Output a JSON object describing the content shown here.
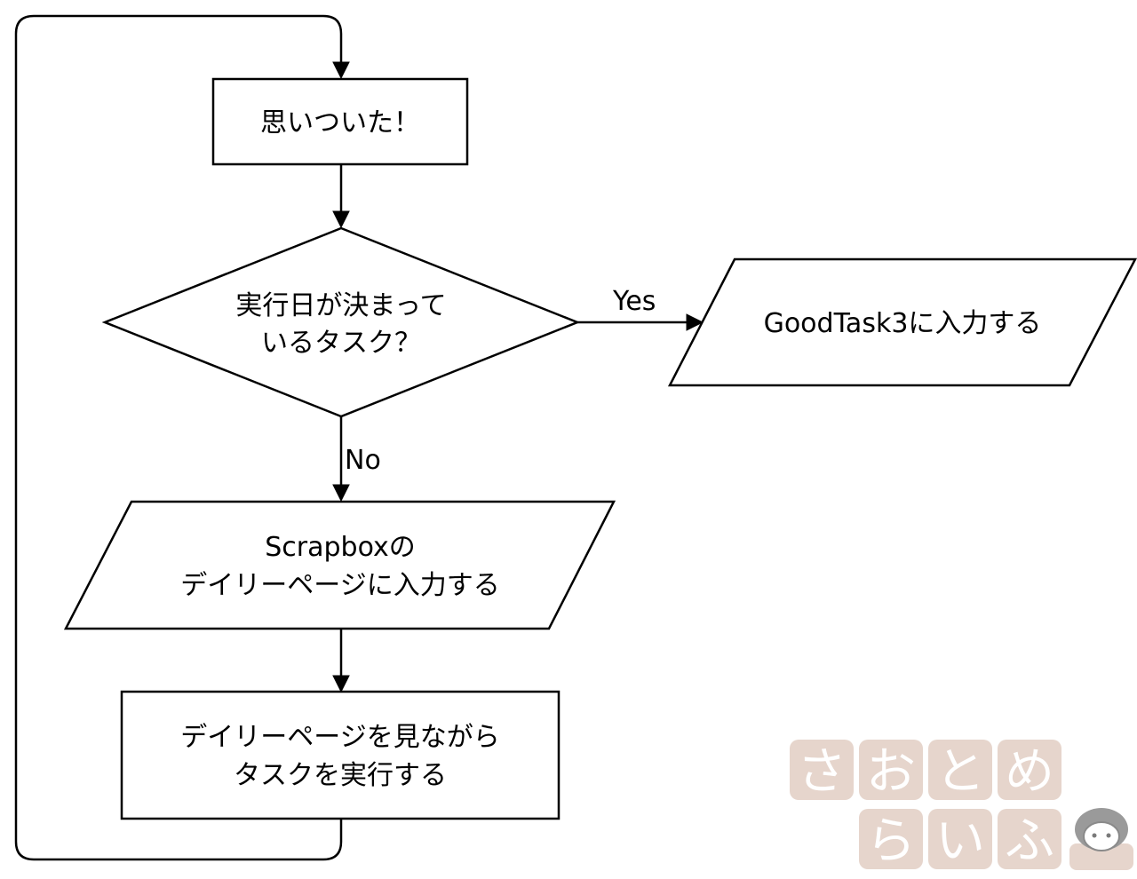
{
  "nodes": {
    "idea": {
      "lines": [
        "思いついた！"
      ]
    },
    "decision": {
      "lines": [
        "実行日が決まって",
        "いるタスク？"
      ]
    },
    "goodtask": {
      "lines": [
        "GoodTask3に入力する"
      ]
    },
    "scrapbox": {
      "lines": [
        "Scrapboxの",
        "デイリーページに入力する"
      ]
    },
    "execute": {
      "lines": [
        "デイリーページを見ながら",
        "タスクを実行する"
      ]
    }
  },
  "edges": {
    "yes_label": "Yes",
    "no_label": "No"
  },
  "watermark": {
    "tiles": [
      "さ",
      "お",
      "と",
      "め",
      "ら",
      "い",
      "ふ"
    ],
    "tile_color": "#e6d5cc",
    "mascot_icon": "character-face-icon"
  },
  "colors": {
    "stroke": "#000000",
    "fill": "#ffffff"
  }
}
